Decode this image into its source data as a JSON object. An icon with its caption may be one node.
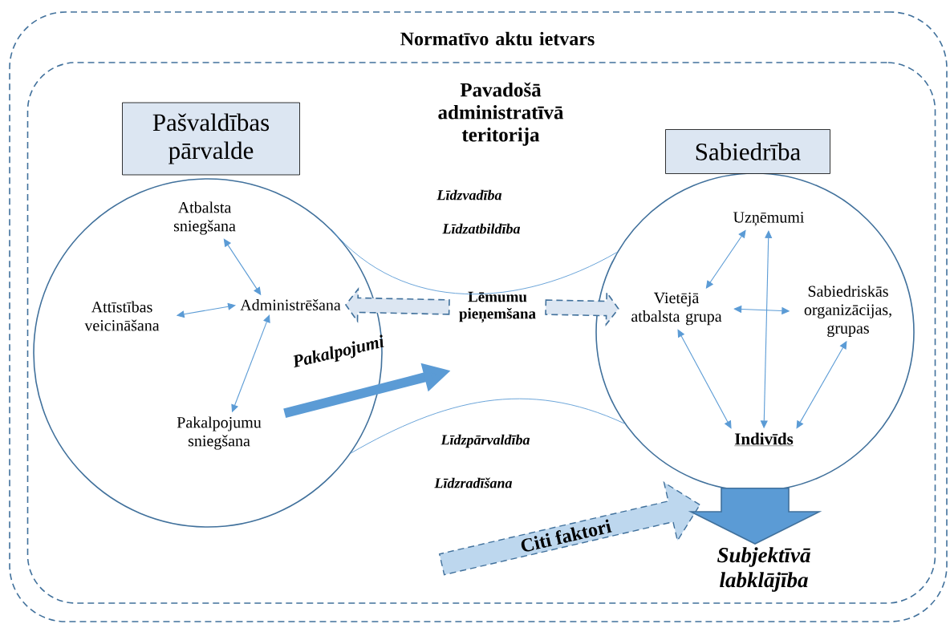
{
  "diagram": {
    "nodes": [
      {
        "text": [
          "Normatīvo aktu ietvars"
        ]
      },
      {
        "text": [
          "Pavadošā administratīvā teritorija"
        ],
        "in": 0
      },
      {
        "text": [],
        "shape": "circle",
        "in": 1
      },
      {
        "text": [
          "Pašvaldības pārvalde"
        ],
        "in": 1
      },
      {
        "text": [
          "Atbalsta sniegšana"
        ],
        "in": 2
      },
      {
        "text": [
          "Attīstības veicināšana"
        ],
        "in": 2
      },
      {
        "text": [
          "Administrēšana"
        ],
        "in": 2
      },
      {
        "text": [
          "Pakalpojumu sniegšana"
        ],
        "in": 2
      },
      {
        "text": [],
        "shape": "circle",
        "in": 1
      },
      {
        "text": [
          "Sabiedrība"
        ],
        "in": 1
      },
      {
        "text": [
          "Uzņēmumi"
        ],
        "in": 8
      },
      {
        "text": [
          "Vietējā atbalsta grupa"
        ],
        "in": 8
      },
      {
        "text": [
          "Sabiedriskās organizācijas, grupas"
        ],
        "in": 8
      },
      {
        "text": [
          "Indivīds"
        ],
        "in": 8
      },
      {
        "text": [
          "Lēmumu pieņemšana"
        ],
        "in": 1
      },
      {
        "text": [
          "Subjektīvā labklājība"
        ],
        "in": 1
      },
      {
        "text": [
          "Citi faktori"
        ],
        "in": 1
      }
    ],
    "edges": [
      {
        "from": 4,
        "to": 6,
        "arrow": "both"
      },
      {
        "from": 5,
        "to": 6,
        "arrow": "both"
      },
      {
        "from": 6,
        "to": 7,
        "arrow": "both"
      },
      {
        "from": 11,
        "to": 10,
        "arrow": "both"
      },
      {
        "from": 11,
        "to": 12,
        "arrow": "both"
      },
      {
        "from": 10,
        "to": 13,
        "arrow": "both"
      },
      {
        "from": 11,
        "to": 13,
        "arrow": "both"
      },
      {
        "from": 12,
        "to": 13,
        "arrow": "both"
      },
      {
        "from": 14,
        "to": 6,
        "arrow": "to",
        "style": "dashed",
        "color": "#41719c"
      },
      {
        "from": 14,
        "to": 11,
        "arrow": "to",
        "style": "dashed",
        "color": "#41719c"
      },
      {
        "from": 7,
        "to": null,
        "arrow": "to",
        "style": "thick",
        "label": "Pakalpojumi"
      },
      {
        "from": 8,
        "to": 15,
        "arrow": "to",
        "style": "thick"
      },
      {
        "from": 2,
        "to": 8,
        "arrow": "none"
      },
      {
        "from": 2,
        "to": 8,
        "arrow": "none"
      }
    ],
    "labels": [
      "Līdzvadība",
      "Līdzatbildība",
      "Līdzpārvaldība",
      "Līdzradīšana"
    ]
  }
}
